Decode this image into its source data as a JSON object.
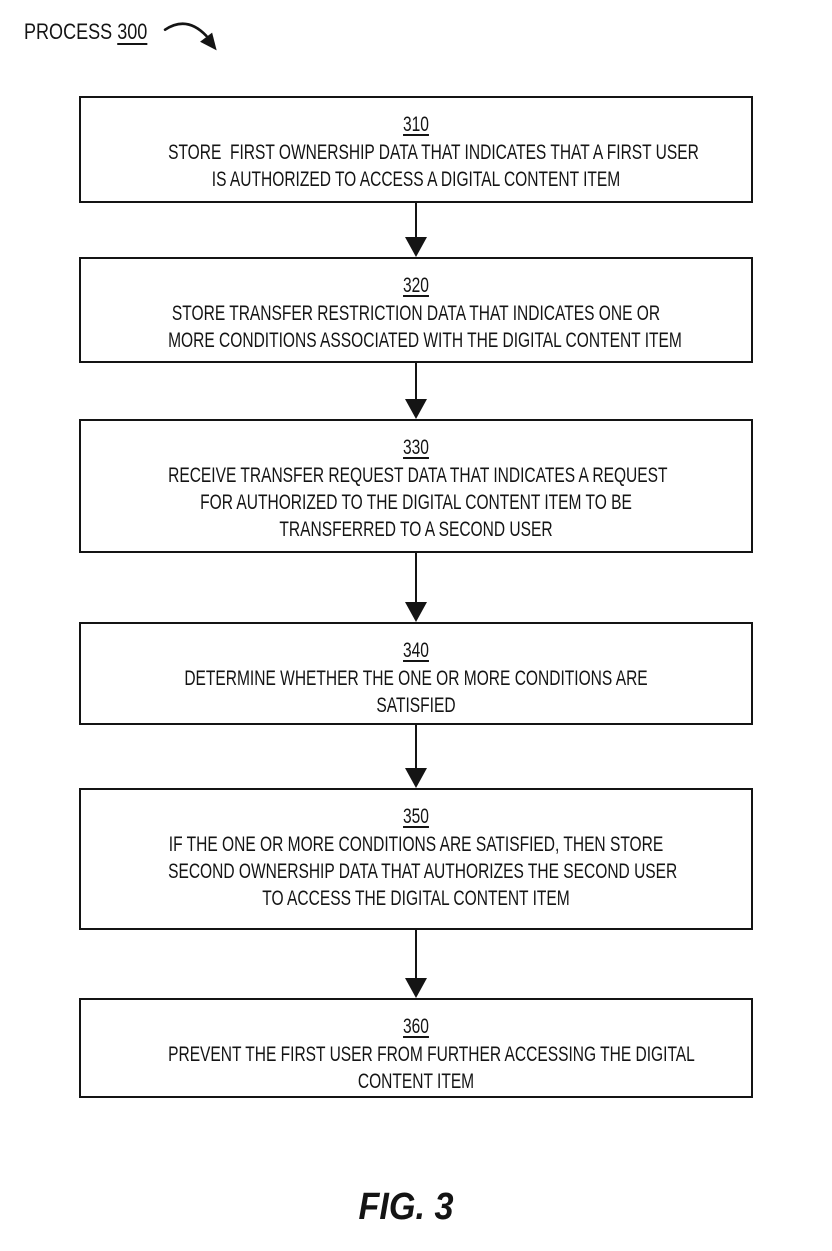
{
  "page": {
    "background_color": "#ffffff",
    "ink_color": "#141414"
  },
  "header": {
    "label_prefix": "PROCESS ",
    "label_number": "300"
  },
  "icons": {
    "swoosh_arrow": "curved-pointer-from-label-to-flowchart",
    "down_arrow": "filled-triangle-down-connector"
  },
  "flowchart": {
    "steps": [
      {
        "number": "310",
        "lines": [
          "STORE  FIRST OWNERSHIP DATA THAT INDICATES THAT A FIRST USER",
          "IS AUTHORIZED TO ACCESS A DIGITAL CONTENT ITEM"
        ]
      },
      {
        "number": "320",
        "lines": [
          "STORE TRANSFER RESTRICTION DATA THAT INDICATES ONE OR",
          "MORE CONDITIONS ASSOCIATED WITH THE DIGITAL CONTENT ITEM"
        ]
      },
      {
        "number": "330",
        "lines": [
          "RECEIVE TRANSFER REQUEST DATA THAT INDICATES A REQUEST",
          "FOR AUTHORIZED TO THE DIGITAL CONTENT ITEM TO BE",
          "TRANSFERRED TO A SECOND USER"
        ]
      },
      {
        "number": "340",
        "lines": [
          "DETERMINE WHETHER THE ONE OR MORE CONDITIONS ARE",
          "SATISFIED"
        ]
      },
      {
        "number": "350",
        "lines": [
          "IF THE ONE OR MORE CONDITIONS ARE SATISFIED, THEN STORE",
          "SECOND OWNERSHIP DATA THAT AUTHORIZES THE SECOND USER",
          "TO ACCESS THE DIGITAL CONTENT ITEM"
        ]
      },
      {
        "number": "360",
        "lines": [
          "PREVENT THE FIRST USER FROM FURTHER ACCESSING THE DIGITAL",
          "CONTENT ITEM"
        ]
      }
    ]
  },
  "figure_caption": "FIG. 3"
}
